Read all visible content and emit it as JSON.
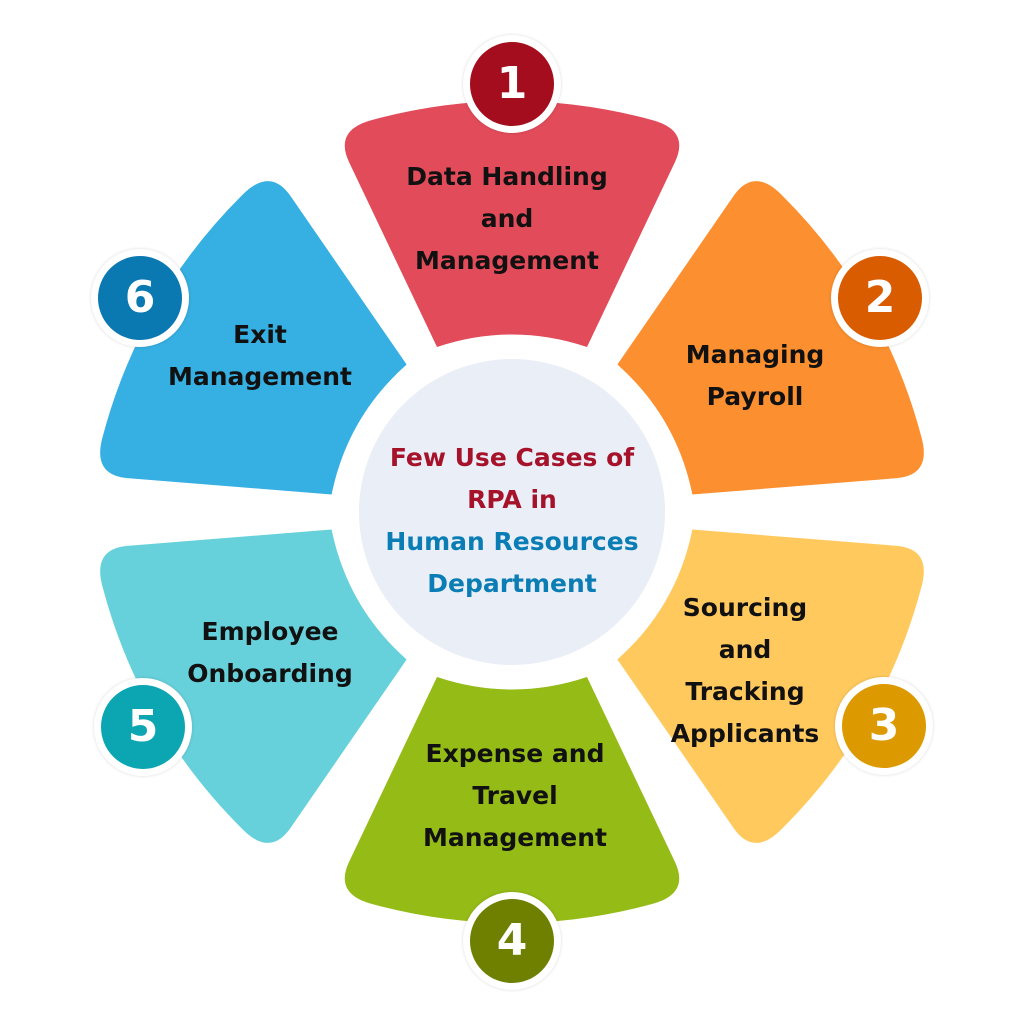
{
  "center": {
    "title_lines": [
      "Few Use Cases of",
      "RPA in"
    ],
    "subtitle_lines": [
      "Human Resources",
      "Department"
    ],
    "title_color": "#a5122a",
    "subtitle_color": "#0a7db5",
    "fill": "#e9eef7"
  },
  "items": [
    {
      "number": "1",
      "lines": [
        "Data Handling",
        "and",
        "Management"
      ],
      "color": "#e24b5a",
      "badge_color": "#a30d1e"
    },
    {
      "number": "2",
      "lines": [
        "Managing",
        "Payroll"
      ],
      "color": "#fc8f2f",
      "badge_color": "#d95c00"
    },
    {
      "number": "3",
      "lines": [
        "Sourcing",
        "and",
        "Tracking",
        "Applicants"
      ],
      "color": "#ffc95e",
      "badge_color": "#dc9a00"
    },
    {
      "number": "4",
      "lines": [
        "Expense and",
        "Travel",
        "Management"
      ],
      "color": "#95bb16",
      "badge_color": "#6f8000"
    },
    {
      "number": "5",
      "lines": [
        "Employee",
        "Onboarding"
      ],
      "color": "#66d1db",
      "badge_color": "#0ca5b2"
    },
    {
      "number": "6",
      "lines": [
        "Exit",
        "Management"
      ],
      "color": "#36afe2",
      "badge_color": "#0a79b2"
    }
  ]
}
